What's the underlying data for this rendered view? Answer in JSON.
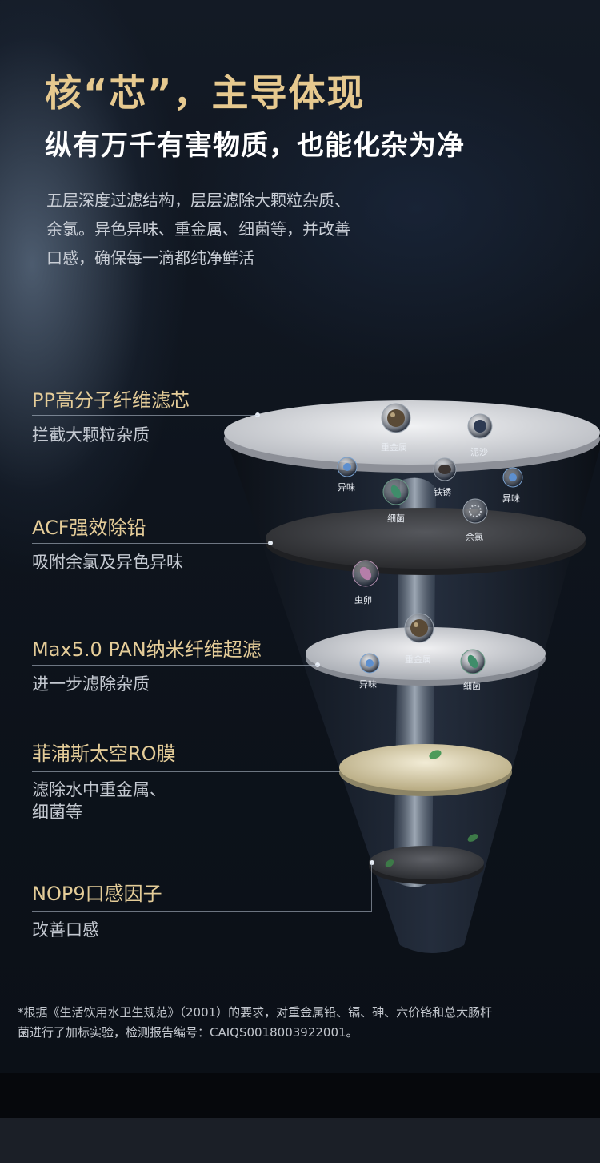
{
  "header": {
    "title": "核“芯”，主导体现",
    "subtitle": "纵有万千有害物质，也能化杂为净",
    "description_lines": [
      "五层深度过滤结构，层层滤除大颗粒杂质、",
      "余氯。异色异味、重金属、细菌等，并改善",
      "口感，确保每一滴都纯净鲜活"
    ]
  },
  "layers": [
    {
      "name": "PP高分子纤维滤芯",
      "desc_lines": [
        "拦截大颗粒杂质"
      ]
    },
    {
      "name": "ACF强效除铅",
      "desc_lines": [
        "吸附余氯及异色异味"
      ]
    },
    {
      "name": "Max5.0 PAN纳米纤维超滤",
      "desc_lines": [
        "进一步滤除杂质"
      ]
    },
    {
      "name": "菲浦斯太空RO膜",
      "desc_lines": [
        "滤除水中重金属、",
        "细菌等"
      ]
    },
    {
      "name": "NOP9口感因子",
      "desc_lines": [
        "改善口感"
      ]
    }
  ],
  "contaminants": {
    "heavy_metal_1": "重金属",
    "sediment": "泥沙",
    "odor_1": "异味",
    "rust": "铁锈",
    "odor_2": "异味",
    "bacteria_1": "细菌",
    "chlorine": "余氯",
    "worm_egg": "虫卵",
    "heavy_metal_2": "重金属",
    "odor_3": "异味",
    "bacteria_2": "细菌"
  },
  "footnote_lines": [
    "*根据《生活饮用水卫生规范》（2001）的要求，对重金属铅、镉、砷、六价铬和总大肠杆",
    "菌进行了加标实验，检测报告编号：CAIQS0018003922001。"
  ],
  "colors": {
    "gold_text": "#e6c98f",
    "background": "#0d1118",
    "disc_white": "#dcdde0",
    "disc_dark": "#3a3b3f",
    "disc_gold": "#d9cfa8"
  }
}
